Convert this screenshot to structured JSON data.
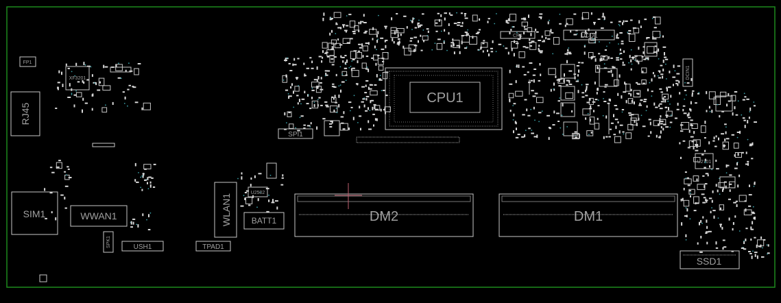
{
  "board": {
    "edge_color": "#1e8a1e",
    "silk_color": "#c8c8c8",
    "label_color": "#a0a0a0",
    "via_color": "#3aa0a8",
    "marker_color": "#c06070"
  },
  "labels": {
    "cpu": "CPU1",
    "dm1": "DM1",
    "dm2": "DM2",
    "ssd": "SSD1",
    "sim": "SIM1",
    "wwan": "WWAN1",
    "wlan": "WLAN1",
    "batt": "BATT1",
    "rj45": "RJ45",
    "fp": "FP1",
    "xf": "XF3201",
    "spi": "SPI1",
    "lcd": "LCD1",
    "cr": "CR1",
    "dcin": "DCIN1",
    "usb": "USH1",
    "tpad": "TPAD1",
    "spk": "SPK1",
    "u2502": "U2502",
    "u2701": "U2701"
  }
}
